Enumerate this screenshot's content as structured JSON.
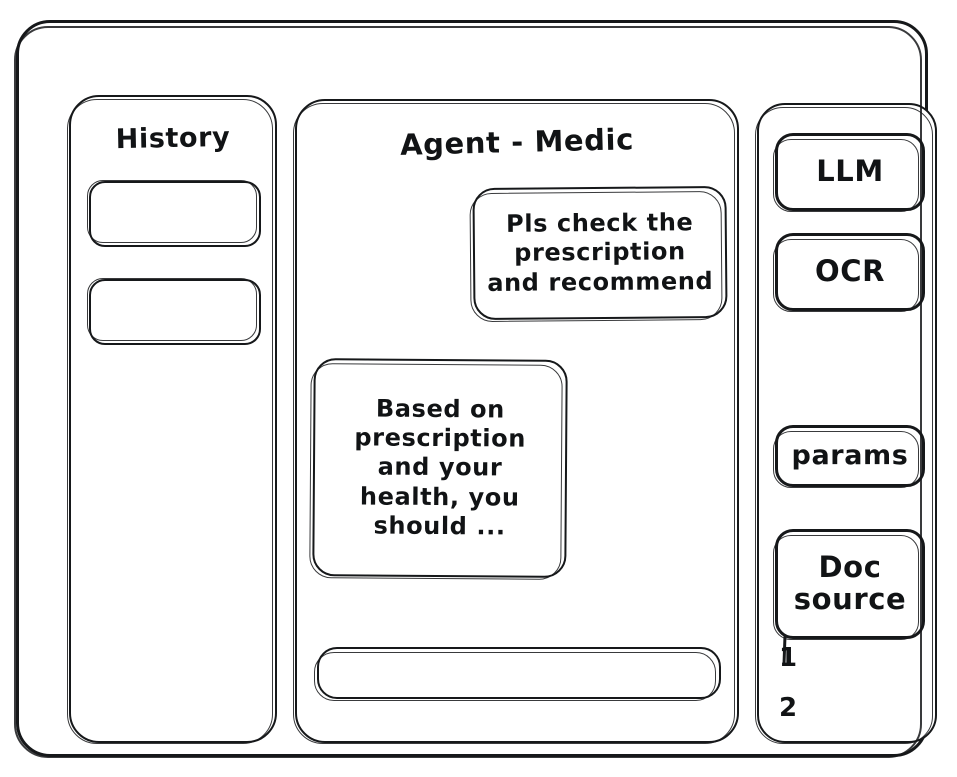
{
  "frame": {
    "name": "app-window"
  },
  "history": {
    "title": "History",
    "items": [
      {
        "label": ""
      },
      {
        "label": ""
      }
    ]
  },
  "agent": {
    "title": "Agent - Medic",
    "messages": [
      {
        "role": "user",
        "text": "Pls check the\nprescription\nand recommend"
      },
      {
        "role": "agent",
        "text": "Based on\nprescription\nand your\nhealth, you\nshould ..."
      }
    ],
    "composer": {
      "value": "",
      "placeholder": ""
    }
  },
  "tools": {
    "items": [
      {
        "label": "LLM"
      },
      {
        "label": "OCR"
      },
      {
        "label": "params"
      },
      {
        "label": "Doc\nsource"
      }
    ],
    "doc_sources": [
      {
        "label": "1"
      },
      {
        "label": "2"
      }
    ]
  },
  "colors": {
    "ink": "#16181a",
    "paper": "#ffffff"
  }
}
